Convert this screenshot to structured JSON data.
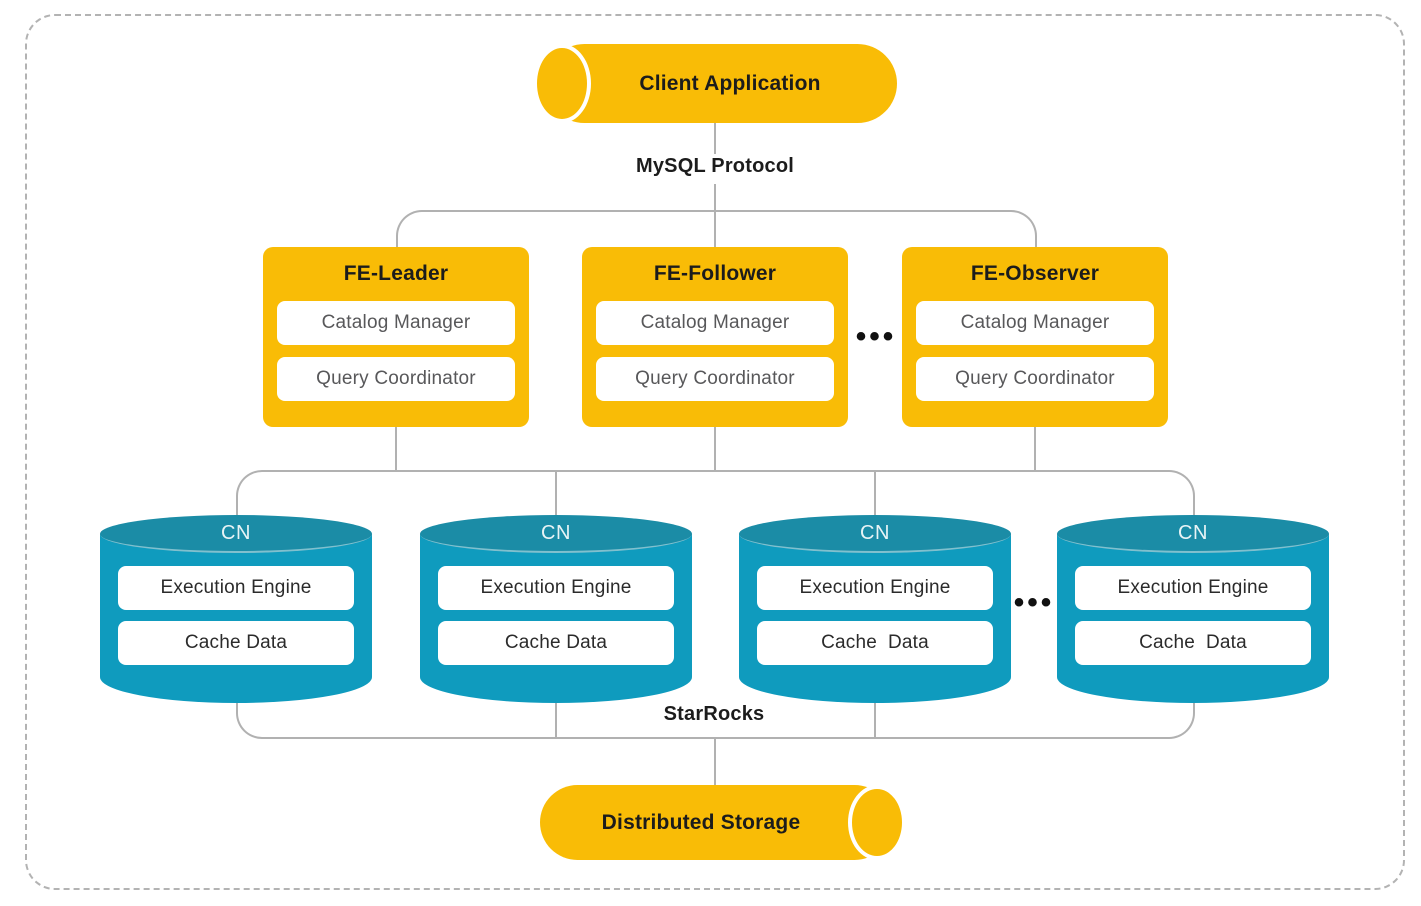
{
  "diagram": {
    "client": {
      "label": "Client Application"
    },
    "protocol_label": "MySQL Protocol",
    "fe_nodes": [
      {
        "title": "FE-Leader",
        "components": [
          "Catalog Manager",
          "Query Coordinator"
        ]
      },
      {
        "title": "FE-Follower",
        "components": [
          "Catalog Manager",
          "Query Coordinator"
        ]
      },
      {
        "title": "FE-Observer",
        "components": [
          "Catalog Manager",
          "Query Coordinator"
        ]
      }
    ],
    "fe_ellipsis": "•••",
    "cn_nodes": [
      {
        "title": "CN",
        "components": [
          "Execution Engine",
          "Cache Data"
        ]
      },
      {
        "title": "CN",
        "components": [
          "Execution Engine",
          "Cache Data"
        ]
      },
      {
        "title": "CN",
        "components": [
          "Execution Engine",
          "Cache  Data"
        ]
      },
      {
        "title": "CN",
        "components": [
          "Execution Engine",
          "Cache  Data"
        ]
      }
    ],
    "cn_ellipsis": "•••",
    "cluster_label": "StarRocks",
    "storage": {
      "label": "Distributed Storage"
    },
    "colors": {
      "accent_yellow": "#F9BC06",
      "teal_body": "#0F9BBE",
      "teal_ellipse": "#1B8CA6",
      "line_gray": "#B1B1B1",
      "text_dark": "#1C1C1C",
      "component_text_gray": "#58585A"
    }
  }
}
